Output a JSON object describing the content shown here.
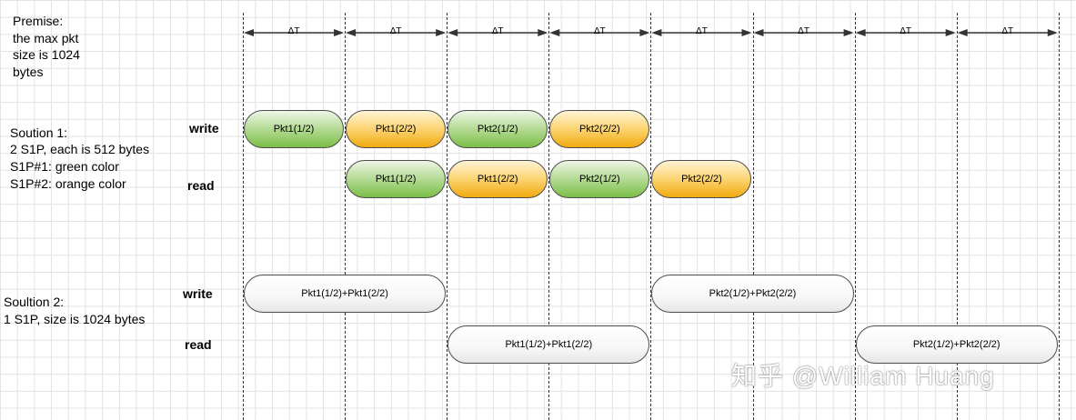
{
  "premise": [
    "Premise:",
    "the max pkt",
    "size is 1024",
    "bytes"
  ],
  "solution1": [
    "Soution 1:",
    "2 S1P, each is 512 bytes",
    "S1P#1: green color",
    "S1P#2: orange color"
  ],
  "solution2": [
    "Soultion 2:",
    "1 S1P, size is 1024 bytes"
  ],
  "row_labels": {
    "write": "write",
    "read": "read"
  },
  "delta_label": "ΔT",
  "interval_count": 8,
  "solution1_write": [
    {
      "label": "Pkt1(1/2)",
      "color": "green"
    },
    {
      "label": "Pkt1(2/2)",
      "color": "orange"
    },
    {
      "label": "Pkt2(1/2)",
      "color": "green"
    },
    {
      "label": "Pkt2(2/2)",
      "color": "orange"
    }
  ],
  "solution1_read": [
    {
      "label": "Pkt1(1/2)",
      "color": "green"
    },
    {
      "label": "Pkt1(2/2)",
      "color": "orange"
    },
    {
      "label": "Pkt2(1/2)",
      "color": "green"
    },
    {
      "label": "Pkt2(2/2)",
      "color": "orange"
    }
  ],
  "solution2_write": [
    {
      "label": "Pkt1(1/2)+Pkt1(2/2)"
    },
    {
      "label": "Pkt2(1/2)+Pkt2(2/2)"
    }
  ],
  "solution2_read": [
    {
      "label": "Pkt1(1/2)+Pkt1(2/2)"
    },
    {
      "label": "Pkt2(1/2)+Pkt2(2/2)"
    }
  ],
  "colors": {
    "green": "#7bbf47",
    "orange": "#f2aa10",
    "line": "#333333"
  },
  "watermark": "知乎 @William Huang"
}
